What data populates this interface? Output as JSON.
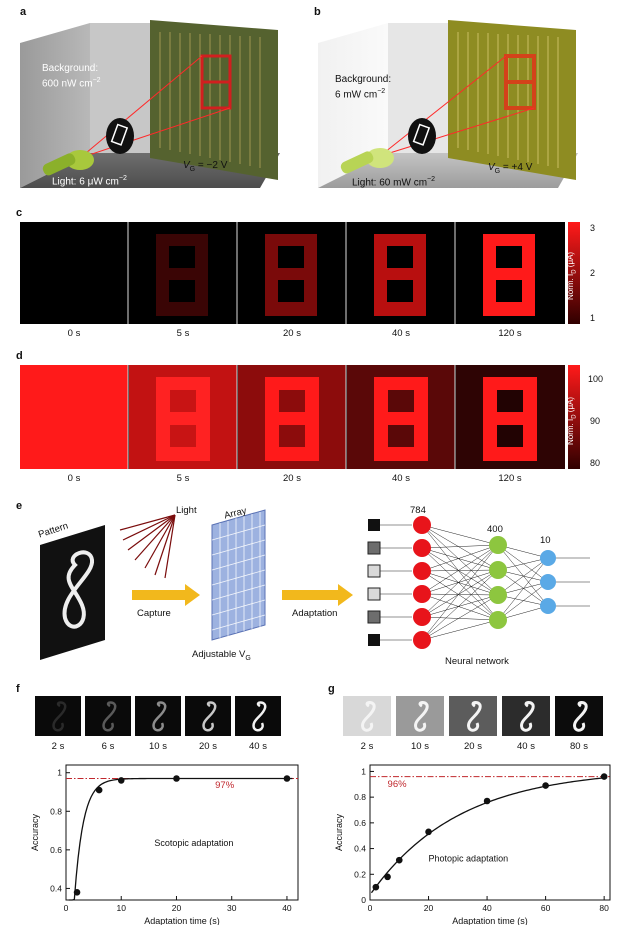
{
  "panels": {
    "a": {
      "letter": "a",
      "background_line1": "Background:",
      "background_line2": "600 nW cm",
      "background_exp": "−2",
      "light": "Light: 6 μW cm",
      "light_exp": "−2",
      "vg": "V",
      "vg_sub": "G",
      "vg_value": " = −2 V"
    },
    "b": {
      "letter": "b",
      "background_line1": "Background:",
      "background_line2": "6 mW cm",
      "background_exp": "−2",
      "light": "Light: 60 mW cm",
      "light_exp": "−2",
      "vg": "V",
      "vg_sub": "G",
      "vg_value": " = +4 V"
    },
    "c": {
      "letter": "c",
      "times": [
        "0 s",
        "5 s",
        "20 s",
        "40 s",
        "120 s"
      ],
      "scale_label": "Norm. I",
      "scale_sub": "D",
      "scale_unit": " (μA)",
      "ticks": [
        "3",
        "2",
        "1"
      ]
    },
    "d": {
      "letter": "d",
      "times": [
        "0 s",
        "5 s",
        "20 s",
        "40 s",
        "120 s"
      ],
      "scale_label": "Norm. I",
      "scale_sub": "D",
      "scale_unit": " (μA)",
      "ticks": [
        "100",
        "90",
        "80"
      ]
    },
    "e": {
      "letter": "e",
      "pattern": "Pattern",
      "light": "Light",
      "array": "Array",
      "capture": "Capture",
      "adaptation": "Adaptation",
      "adjustable": "Adjustable V",
      "adjustable_sub": "G",
      "nn_label": "Neural network",
      "layer1": "784",
      "layer2": "400",
      "layer3": "10"
    },
    "f": {
      "letter": "f",
      "times": [
        "2 s",
        "6 s",
        "10 s",
        "20 s",
        "40 s"
      ],
      "annotation": "Scotopic adaptation",
      "percent": "97%"
    },
    "g": {
      "letter": "g",
      "times": [
        "2 s",
        "10 s",
        "20 s",
        "40 s",
        "80 s"
      ],
      "annotation": "Photopic adaptation",
      "percent": "96%"
    }
  },
  "colors": {
    "red": "#ff1a1a",
    "dark_red": "#8a0b0b",
    "yellow_arrow": "#f2b81c",
    "green_node": "#8dc63f",
    "blue_node": "#5aa9e6",
    "red_node": "#e8141b",
    "dashed_red": "#c0272d"
  },
  "chart_data": [
    {
      "type": "line",
      "panel": "f",
      "xlabel": "Adaptation time (s)",
      "ylabel": "Accuracy",
      "xlim": [
        0,
        42
      ],
      "ylim": [
        0.34,
        1.04
      ],
      "xticks": [
        0,
        10,
        20,
        30,
        40
      ],
      "yticks": [
        0.4,
        0.6,
        0.8,
        1.0
      ],
      "x": [
        2,
        6,
        10,
        20,
        40
      ],
      "y": [
        0.38,
        0.91,
        0.96,
        0.97,
        0.97
      ],
      "reference_line": 0.97,
      "reference_label": "97%"
    },
    {
      "type": "line",
      "panel": "g",
      "xlabel": "Adaptation time (s)",
      "ylabel": "Accuracy",
      "xlim": [
        0,
        82
      ],
      "ylim": [
        0,
        1.05
      ],
      "xticks": [
        0,
        20,
        40,
        60,
        80
      ],
      "yticks": [
        0,
        0.2,
        0.4,
        0.6,
        0.8,
        1.0
      ],
      "x": [
        2,
        6,
        10,
        20,
        40,
        60,
        80
      ],
      "y": [
        0.1,
        0.18,
        0.31,
        0.53,
        0.77,
        0.89,
        0.96
      ],
      "reference_line": 0.96,
      "reference_label": "96%"
    }
  ]
}
